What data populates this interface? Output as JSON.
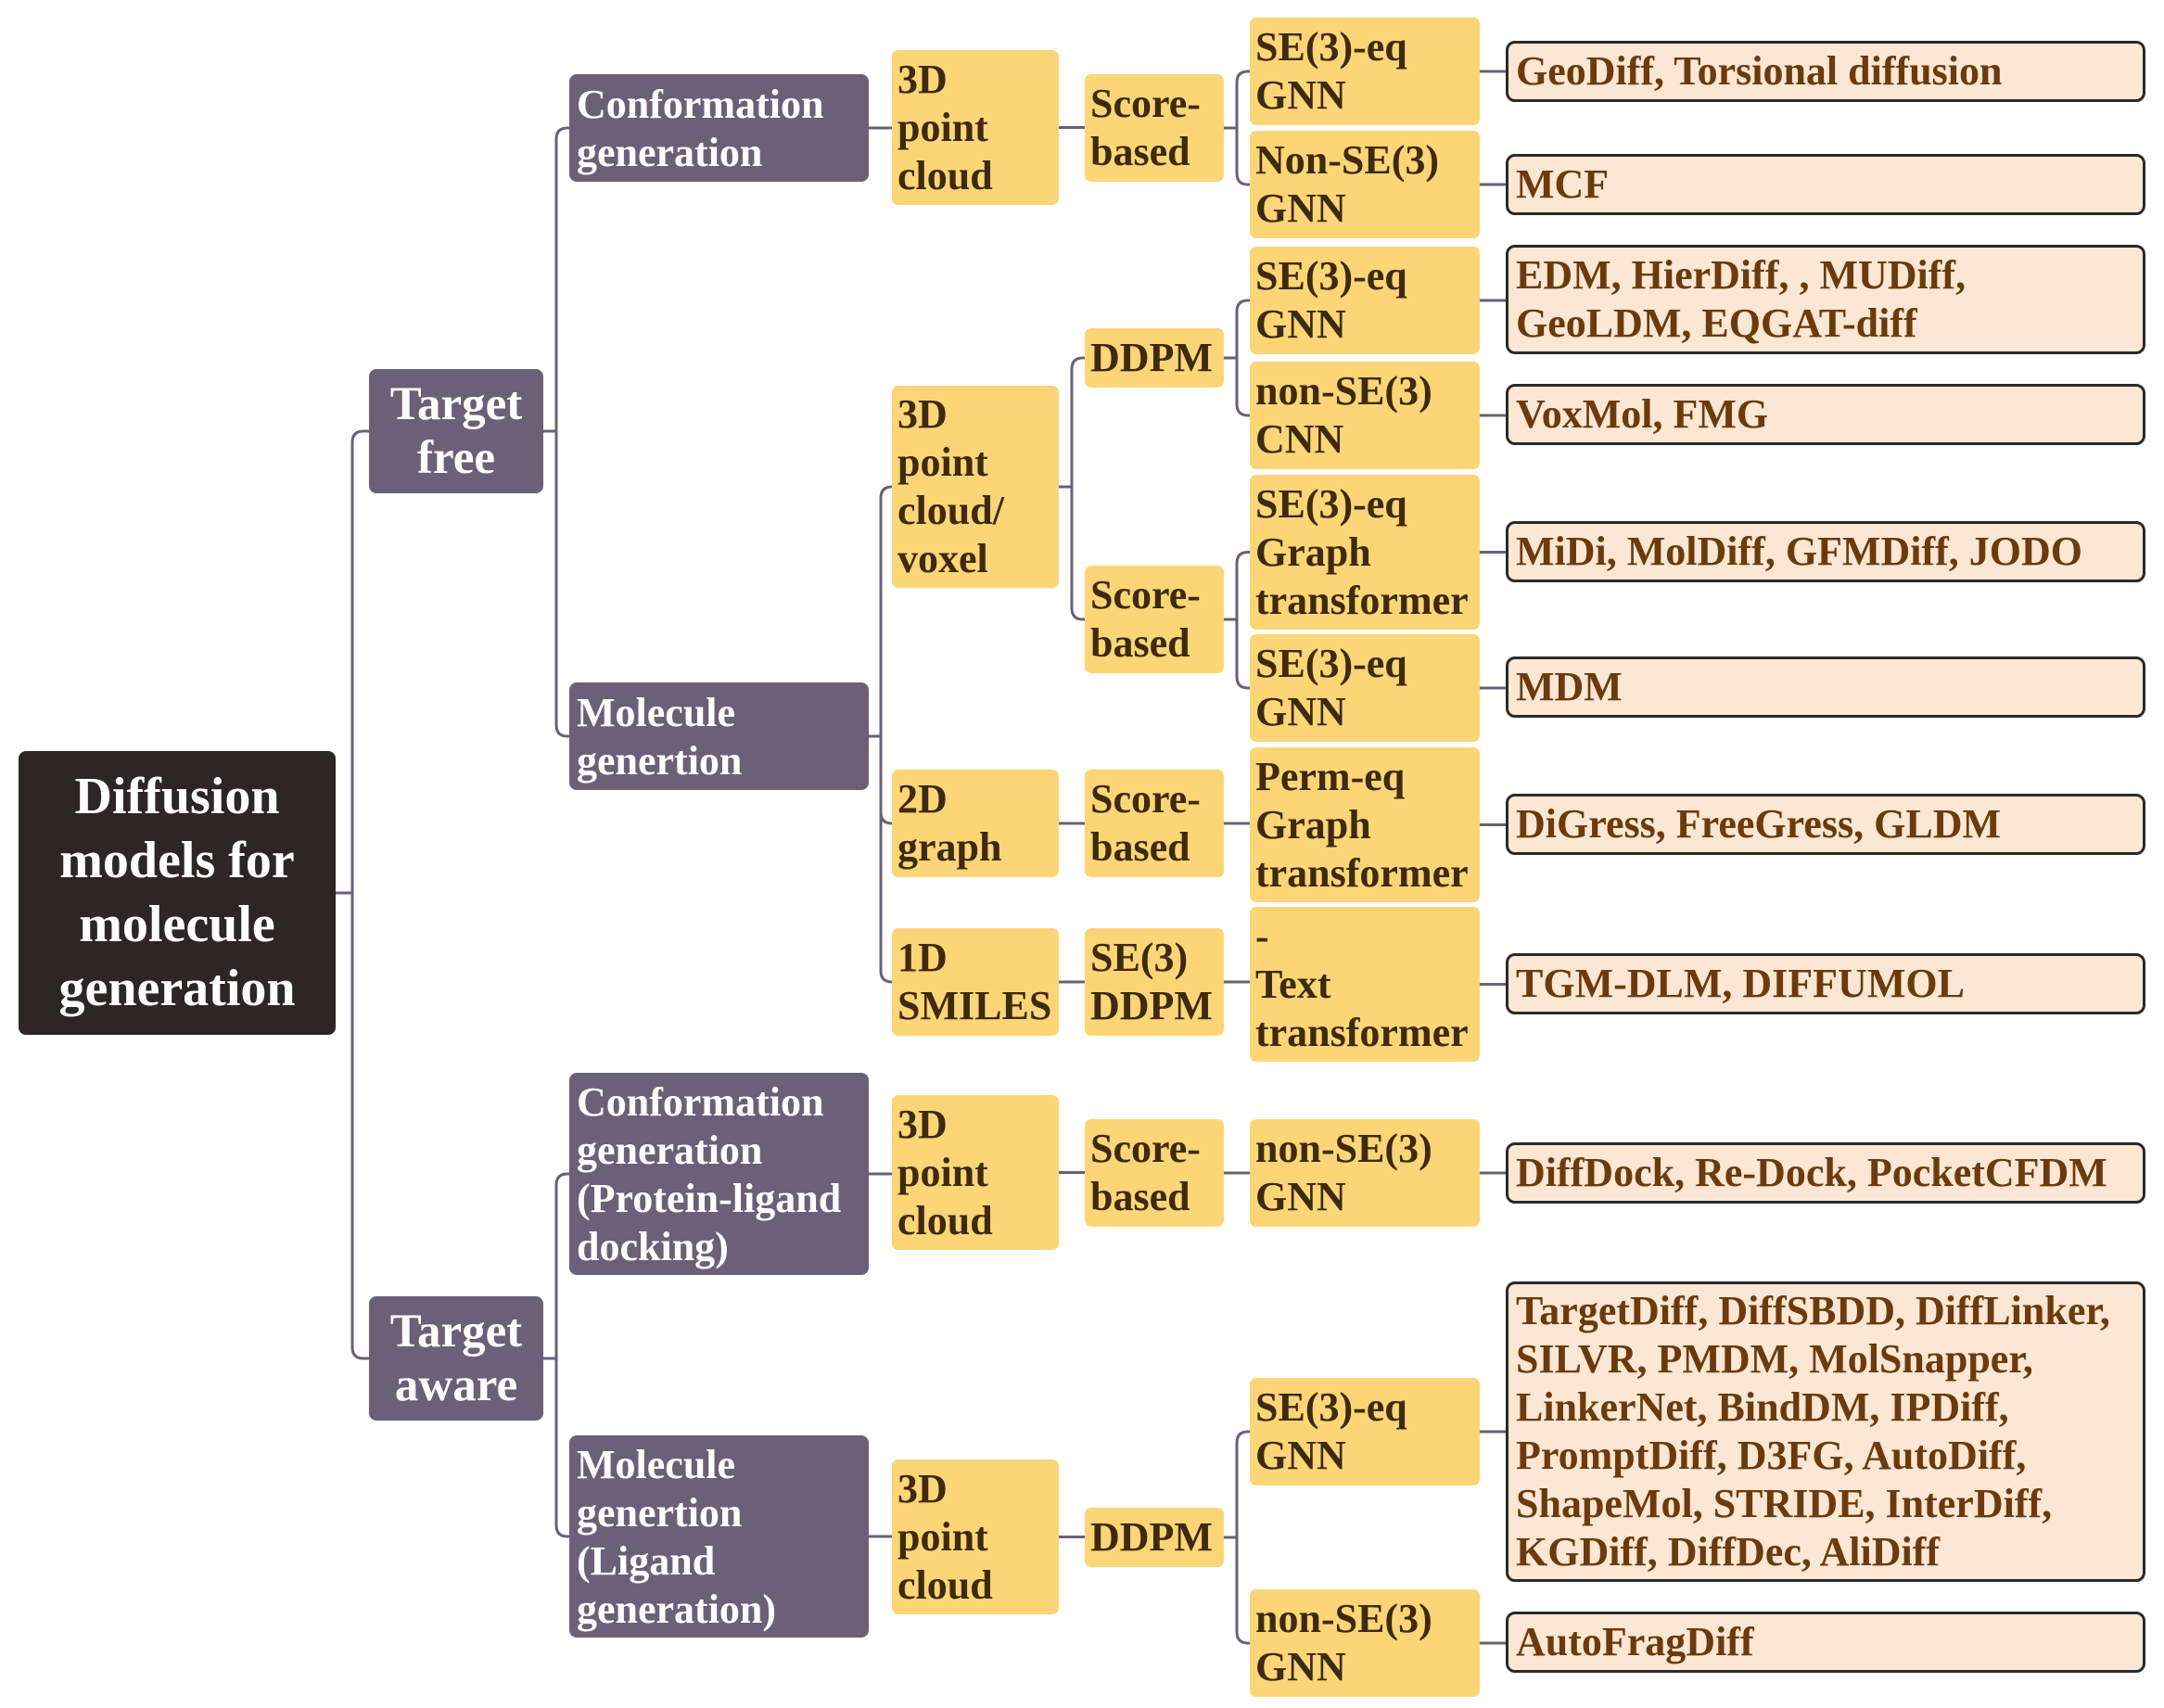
{
  "root": "Diffusion\nmodels for\nmolecule\ngeneration",
  "branches": {
    "target_free": "Target\nfree",
    "target_aware": "Target\naware"
  },
  "tasks": {
    "tf_conformation": "Conformation\ngeneration",
    "tf_molecule": "Molecule\ngenertion",
    "ta_conformation": "Conformation\ngeneration\n(Protein-ligand\ndocking)",
    "ta_molecule": "Molecule\ngenertion\n(Ligand\ngeneration)"
  },
  "representations": {
    "tf_conf_3d": "3D\npoint\ncloud",
    "tf_mol_3d": "3D\npoint\ncloud/\nvoxel",
    "tf_mol_2d": "2D\ngraph",
    "tf_mol_1d": "1D\nSMILES",
    "ta_conf_3d": "3D\npoint\ncloud",
    "ta_mol_3d": "3D\npoint\ncloud"
  },
  "methods": {
    "tf_conf_score": "Score-\nbased",
    "tf_3d_ddpm": "DDPM",
    "tf_3d_score": "Score-\nbased",
    "tf_2d_score": "Score-\nbased",
    "tf_1d_ddpm": "SE(3)\nDDPM",
    "ta_conf_score": "Score-\nbased",
    "ta_mol_ddpm": "DDPM"
  },
  "networks": {
    "n1": "SE(3)-eq\nGNN",
    "n2": "Non-SE(3)\nGNN",
    "n3": "SE(3)-eq\nGNN",
    "n4": "non-SE(3)\nCNN",
    "n5": "SE(3)-eq\nGraph\ntransformer",
    "n6": "SE(3)-eq\nGNN",
    "n7": "Perm-eq\nGraph\ntransformer",
    "n8": "-\nText\ntransformer",
    "n9": "non-SE(3)\nGNN",
    "n10": "SE(3)-eq\nGNN",
    "n11": "non-SE(3)\nGNN"
  },
  "references": {
    "r1": "GeoDiff, Torsional diffusion",
    "r2": "MCF",
    "r3": "EDM, HierDiff, , MUDiff,\nGeoLDM, EQGAT-diff",
    "r4": "VoxMol, FMG",
    "r5": "MiDi, MolDiff, GFMDiff, JODO",
    "r6": "MDM",
    "r7": "DiGress, FreeGress, GLDM",
    "r8": "TGM-DLM, DIFFUMOL",
    "r9": "DiffDock, Re-Dock, PocketCFDM",
    "r10": "TargetDiff, DiffSBDD, DiffLinker,\nSILVR, PMDM,  MolSnapper,\nLinkerNet, BindDM, IPDiff,\nPromptDiff,  D3FG, AutoDiff,\nShapeMol, STRIDE, InterDiff,\nKGDiff, DiffDec, AliDiff",
    "r11": "AutoFragDiff"
  },
  "colors": {
    "root_fill": "#2e2626",
    "task_fill": "#6b6078",
    "leaf_fill": "#fcd576",
    "leaf_text": "#3e2a0e",
    "ref_fill": "#fbe7d3",
    "ref_text": "#6c3a0c",
    "connector": "#6b6078"
  }
}
